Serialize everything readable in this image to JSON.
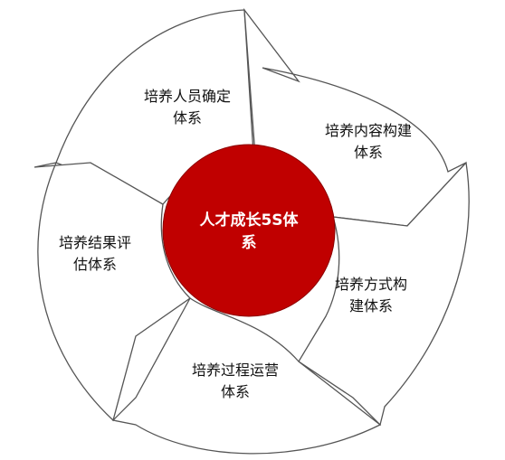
{
  "center": {
    "line1": "人才成长5S体",
    "line2": "系",
    "color": "#c00000"
  },
  "segments": [
    {
      "id": "top",
      "line1": "培养人员确定",
      "line2": "体系"
    },
    {
      "id": "right-upper",
      "line1": "培养内容构建",
      "line2": "体系"
    },
    {
      "id": "right-lower",
      "line1": "培养方式构",
      "line2": "建体系"
    },
    {
      "id": "bottom",
      "line1": "培养过程运营",
      "line2": "体系"
    },
    {
      "id": "left",
      "line1": "培养结果评",
      "line2": "估体系"
    }
  ]
}
